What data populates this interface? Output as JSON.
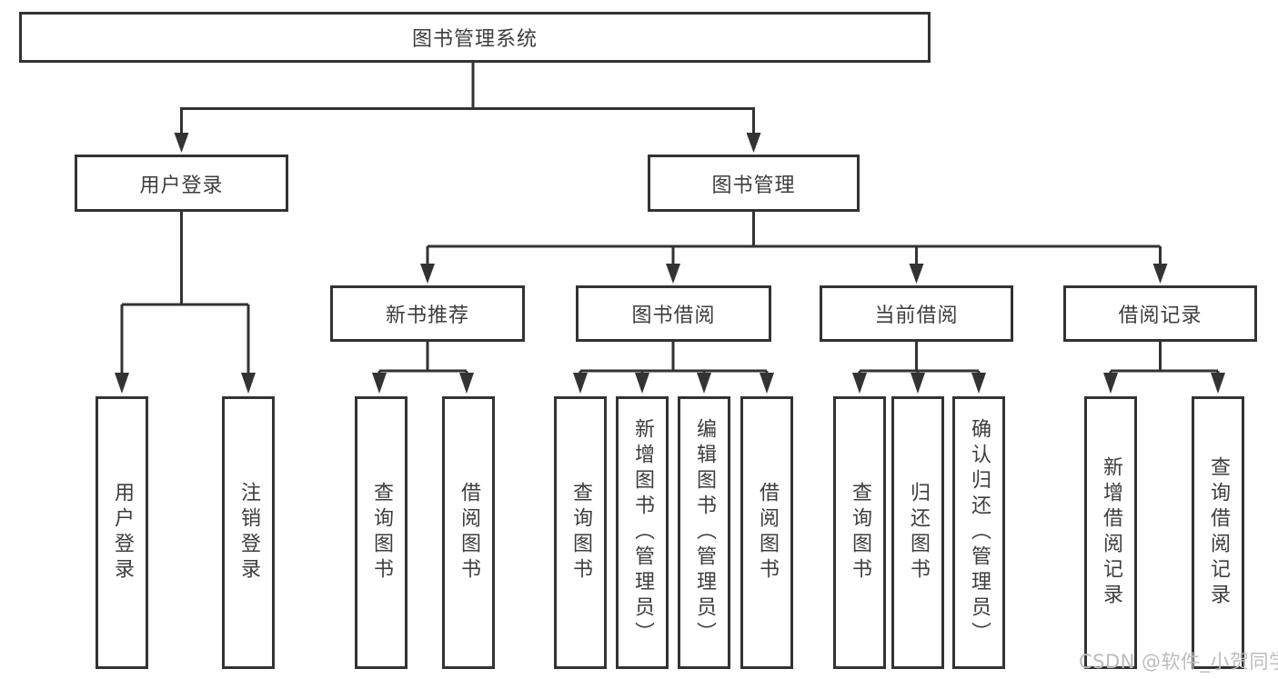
{
  "diagram": {
    "root": {
      "label": "图书管理系统"
    },
    "branches": [
      {
        "label": "用户登录",
        "children": [
          "用户登录",
          "注销登录"
        ]
      },
      {
        "label": "图书管理",
        "groups": [
          {
            "label": "新书推荐",
            "children": [
              "查询图书",
              "借阅图书"
            ]
          },
          {
            "label": "图书借阅",
            "children": [
              "查询图书",
              "新增图书（管理员）",
              "编辑图书（管理员）",
              "借阅图书"
            ]
          },
          {
            "label": "当前借阅",
            "children": [
              "查询图书",
              "归还图书",
              "确认归还（管理员）"
            ]
          },
          {
            "label": "借阅记录",
            "children": [
              "新增借阅记录",
              "查询借阅记录"
            ]
          }
        ]
      }
    ],
    "colors": {
      "line": "#333333",
      "box_fill": "#ffffff",
      "text": "#3d3d3d",
      "watermark": "#bcbcbc"
    },
    "watermark": "CSDN @软件_小贺同学"
  }
}
